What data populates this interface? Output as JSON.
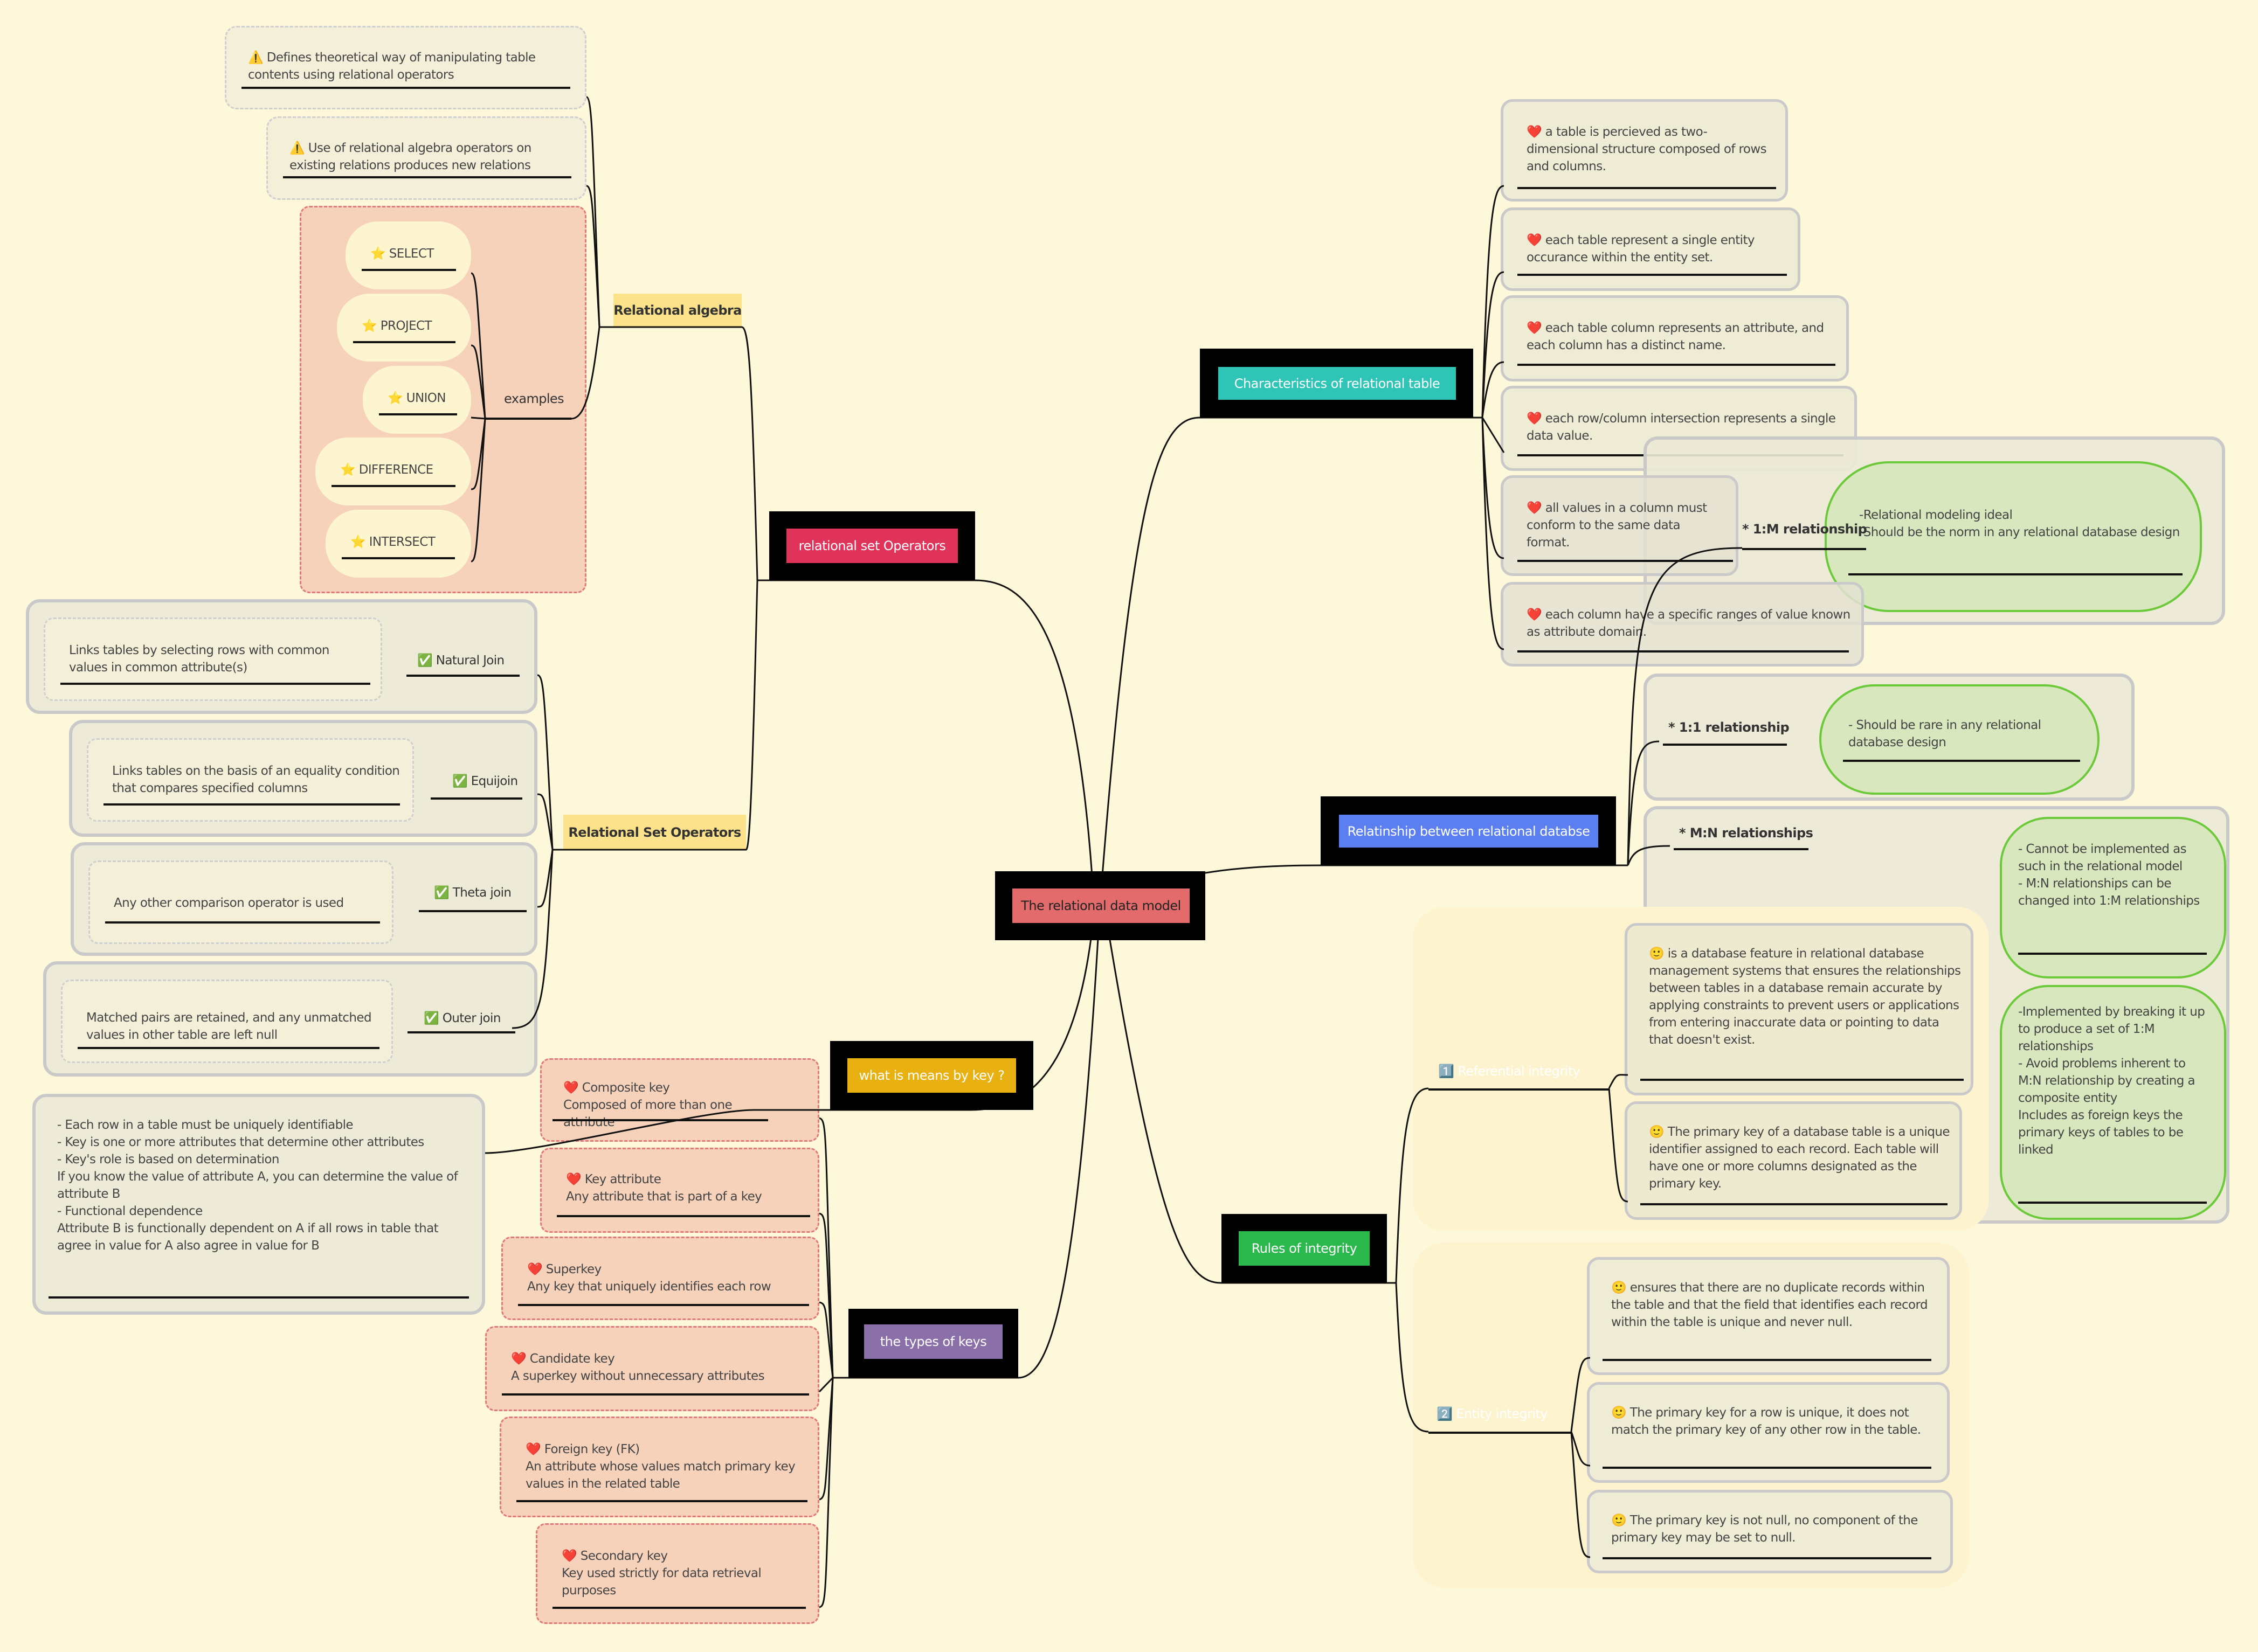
{
  "central": {
    "label": "The relational data model",
    "color": "#e36b6b"
  },
  "set_ops": {
    "label": "relational set Operators",
    "color": "#e0335a",
    "algebra": {
      "label": "Relational algebra",
      "notes": [
        "⚠️ Defines theoretical way of manipulating table contents using relational operators",
        "⚠️ Use of relational algebra operators on existing relations produces new relations"
      ],
      "examples_label": "examples",
      "examples": [
        "⭐ SELECT",
        "⭐ PROJECT",
        "⭐ UNION",
        "⭐ DIFFERENCE",
        "⭐ INTERSECT"
      ]
    },
    "set_operators": {
      "label": "Relational Set Operators",
      "joins": [
        {
          "label": "✅ Natural Join",
          "desc": "Links tables by selecting rows with common values in common attribute(s)"
        },
        {
          "label": "✅ Equijoin",
          "desc": "Links tables on the basis of an equality condition that compares specified columns"
        },
        {
          "label": "✅ Theta join",
          "desc": "Any other comparison operator is used"
        },
        {
          "label": "✅ Outer join",
          "desc": "Matched pairs are retained, and any unmatched values in other table are left null"
        }
      ]
    }
  },
  "key_meaning": {
    "label": "what is means by key ?",
    "color": "#e8b010",
    "desc": "- Each row in a table must be uniquely identifiable\n- Key is one or more attributes that determine other attributes\n- Key's role is based on determination\nIf you know the value of attribute A, you can determine the value of attribute B\n- Functional dependence\nAttribute B is functionally dependent on A if all rows in table that agree in value for A also agree in value for B"
  },
  "key_types": {
    "label": "the types of keys",
    "color": "#8a6fa8",
    "items": [
      {
        "title": "❤️ Composite key",
        "desc": "Composed of more than one attribute"
      },
      {
        "title": "❤️ Key attribute",
        "desc": "Any attribute that is part of a key"
      },
      {
        "title": "❤️ Superkey",
        "desc": "Any key that uniquely identifies each row"
      },
      {
        "title": "❤️ Candidate key",
        "desc": "A superkey without unnecessary attributes"
      },
      {
        "title": "❤️ Foreign key (FK)",
        "desc": "An attribute whose values match primary key values in the related table"
      },
      {
        "title": "❤️ Secondary key",
        "desc": "Key used strictly for data retrieval purposes"
      }
    ]
  },
  "characteristics": {
    "label": "Characteristics of relational table",
    "color": "#2ec4b6",
    "items": [
      "❤️ a table is percieved as two-dimensional structure composed of rows and columns.",
      "❤️ each table represent a single entity occurance within the entity set.",
      "❤️ each table column represents an attribute, and each column has a distinct name.",
      "❤️ each row/column intersection represents a single data value.",
      "❤️ all values in a column must conform to the same data format.",
      "❤️ each column have a specific ranges of value known as attribute domain."
    ]
  },
  "relationships": {
    "label": "Relatinship between relational databse",
    "color": "#5b7ff0",
    "one_to_many": {
      "label": "* 1:M relationship",
      "desc": "-Relational modeling ideal\n-Should be the norm in any relational database design"
    },
    "one_to_one": {
      "label": "* 1:1 relationship",
      "desc": "- Should be rare in any relational database design"
    },
    "many_to_many": {
      "label": "* M:N relationships",
      "desc1": "- Cannot be implemented as such in the relational model\n- M:N relationships can be changed into 1:M relationships",
      "desc2": "-Implemented by breaking it up to produce a set of 1:M relationships\n- Avoid problems inherent to M:N relationship by creating a composite entity\nIncludes as foreign keys the primary keys of tables to be linked"
    }
  },
  "integrity": {
    "label": "Rules of integrity",
    "color": "#2bb94d",
    "referential": {
      "label": "1️⃣ Referential integrity",
      "items": [
        "🙂 is a database feature in relational database management systems that ensures the relationships between tables in a database remain accurate by applying constraints to prevent users or applications from entering inaccurate data or pointing to data that doesn't exist.",
        "🙂 The primary key of a database table is a unique identifier assigned to each record. Each table will have one or more columns designated as the primary key."
      ]
    },
    "entity": {
      "label": "2️⃣ Entity integrity",
      "items": [
        "🙂 ensures that there are no duplicate records within the table and that the field that identifies each record within the table is unique and never null.",
        "🙂 The primary key for a row is unique, it does not match the primary key of any other row in the table.",
        "🙂 The primary key is not null, no component of the primary key may be set to null."
      ]
    }
  }
}
